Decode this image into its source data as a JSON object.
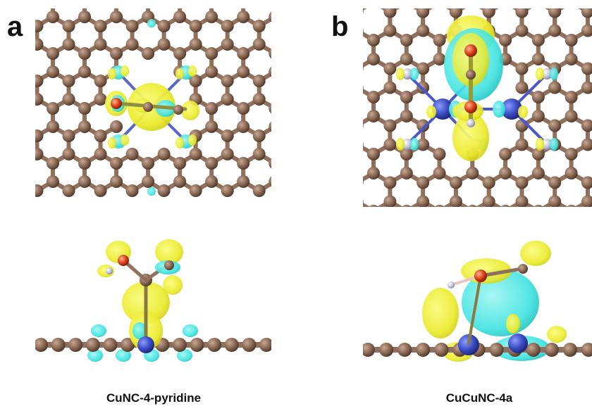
{
  "panels": [
    {
      "letter": "a",
      "caption": "CuNC-4-pyridine"
    },
    {
      "letter": "b",
      "caption": "CuCuNC-4a"
    }
  ],
  "colors": {
    "carbon": "#8b6a55",
    "bond": "#8f705c",
    "nitrogen": "#bfc3d8",
    "copper": "#3c4fc4",
    "oxygen": "#d83a18",
    "hydrogen": "#f2e6e0",
    "density_accumulation": "#f0f03a",
    "density_depletion": "#3fe3e0"
  },
  "icons": [
    "carbon-atom-icon",
    "nitrogen-atom-icon",
    "copper-atom-icon",
    "oxygen-atom-icon"
  ]
}
